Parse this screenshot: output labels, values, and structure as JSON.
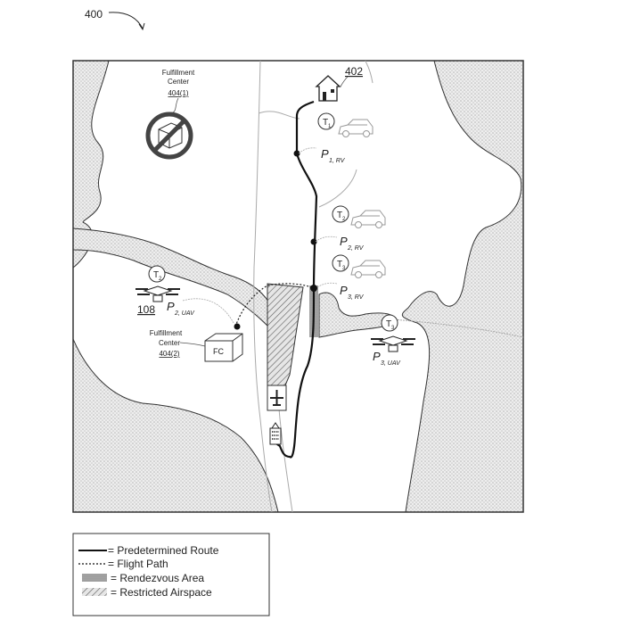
{
  "figure": {
    "number": "400",
    "destination_ref": "402",
    "uav_ref": "108"
  },
  "fulfillment_center_1": {
    "line1": "Fulfillment",
    "line2": "Center",
    "ref": "404(1)"
  },
  "fulfillment_center_2": {
    "line1": "Fulfillment",
    "line2": "Center",
    "ref": "404(2)",
    "box_label": "FC"
  },
  "times": {
    "t1": {
      "main": "T",
      "sub": "1"
    },
    "t2_vehicle": {
      "main": "T",
      "sub": "2"
    },
    "t3_vehicle": {
      "main": "T",
      "sub": "3"
    },
    "t2_uav": {
      "main": "T",
      "sub": "2"
    },
    "t3_uav": {
      "main": "T",
      "sub": "3"
    }
  },
  "positions": {
    "p1_rv": {
      "main": "P",
      "sub": "1, RV"
    },
    "p2_rv": {
      "main": "P",
      "sub": "2, RV"
    },
    "p3_rv": {
      "main": "P",
      "sub": "3, RV"
    },
    "p2_uav": {
      "main": "P",
      "sub": "2, UAV"
    },
    "p3_uav": {
      "main": "P",
      "sub": "3, UAV"
    }
  },
  "legend": {
    "items": [
      {
        "symbol": "solid-line",
        "label": "= Predetermined Route"
      },
      {
        "symbol": "dotted-line",
        "label": "= Flight Path"
      },
      {
        "symbol": "dense-dots",
        "label": "= Rendezvous Area"
      },
      {
        "symbol": "hatch",
        "label": "= Restricted Airspace"
      }
    ]
  },
  "colors": {
    "water": "#d9d9d9",
    "route": "#111111",
    "roads": "#aaaaaa"
  }
}
